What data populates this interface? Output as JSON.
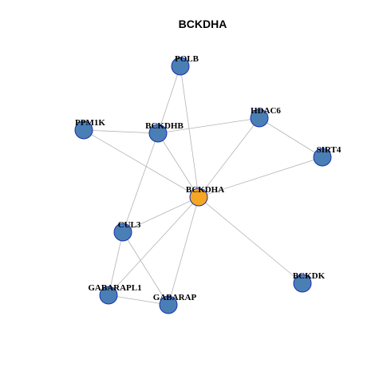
{
  "title": "BCKDHA",
  "colors": {
    "center_node": "#f5a623",
    "neighbor_node": "#4a7fb5",
    "node_border": "#1a2fb0",
    "edge": "#b3b3b3"
  },
  "nodes": [
    {
      "id": "BCKDHA",
      "label": "BCKDHA",
      "role": "center"
    },
    {
      "id": "POLB",
      "label": "POLB",
      "role": "neighbor"
    },
    {
      "id": "BCKDHB",
      "label": "BCKDHB",
      "role": "neighbor"
    },
    {
      "id": "PPM1K",
      "label": "PPM1K",
      "role": "neighbor"
    },
    {
      "id": "HDAC6",
      "label": "HDAC6",
      "role": "neighbor"
    },
    {
      "id": "SIRT4",
      "label": "SIRT4",
      "role": "neighbor"
    },
    {
      "id": "CUL3",
      "label": "CUL3",
      "role": "neighbor"
    },
    {
      "id": "GABARAPL1",
      "label": "GABARAPL1",
      "role": "neighbor"
    },
    {
      "id": "GABARAP",
      "label": "GABARAP",
      "role": "neighbor"
    },
    {
      "id": "BCKDK",
      "label": "BCKDK",
      "role": "neighbor"
    }
  ],
  "edges": [
    [
      "BCKDHA",
      "POLB"
    ],
    [
      "BCKDHA",
      "BCKDHB"
    ],
    [
      "BCKDHA",
      "PPM1K"
    ],
    [
      "BCKDHA",
      "HDAC6"
    ],
    [
      "BCKDHA",
      "SIRT4"
    ],
    [
      "BCKDHA",
      "CUL3"
    ],
    [
      "BCKDHA",
      "GABARAPL1"
    ],
    [
      "BCKDHA",
      "GABARAP"
    ],
    [
      "BCKDHA",
      "BCKDK"
    ],
    [
      "POLB",
      "BCKDHB"
    ],
    [
      "PPM1K",
      "BCKDHB"
    ],
    [
      "BCKDHB",
      "HDAC6"
    ],
    [
      "BCKDHB",
      "CUL3"
    ],
    [
      "HDAC6",
      "SIRT4"
    ],
    [
      "CUL3",
      "GABARAPL1"
    ],
    [
      "CUL3",
      "GABARAP"
    ],
    [
      "GABARAPL1",
      "GABARAP"
    ]
  ]
}
